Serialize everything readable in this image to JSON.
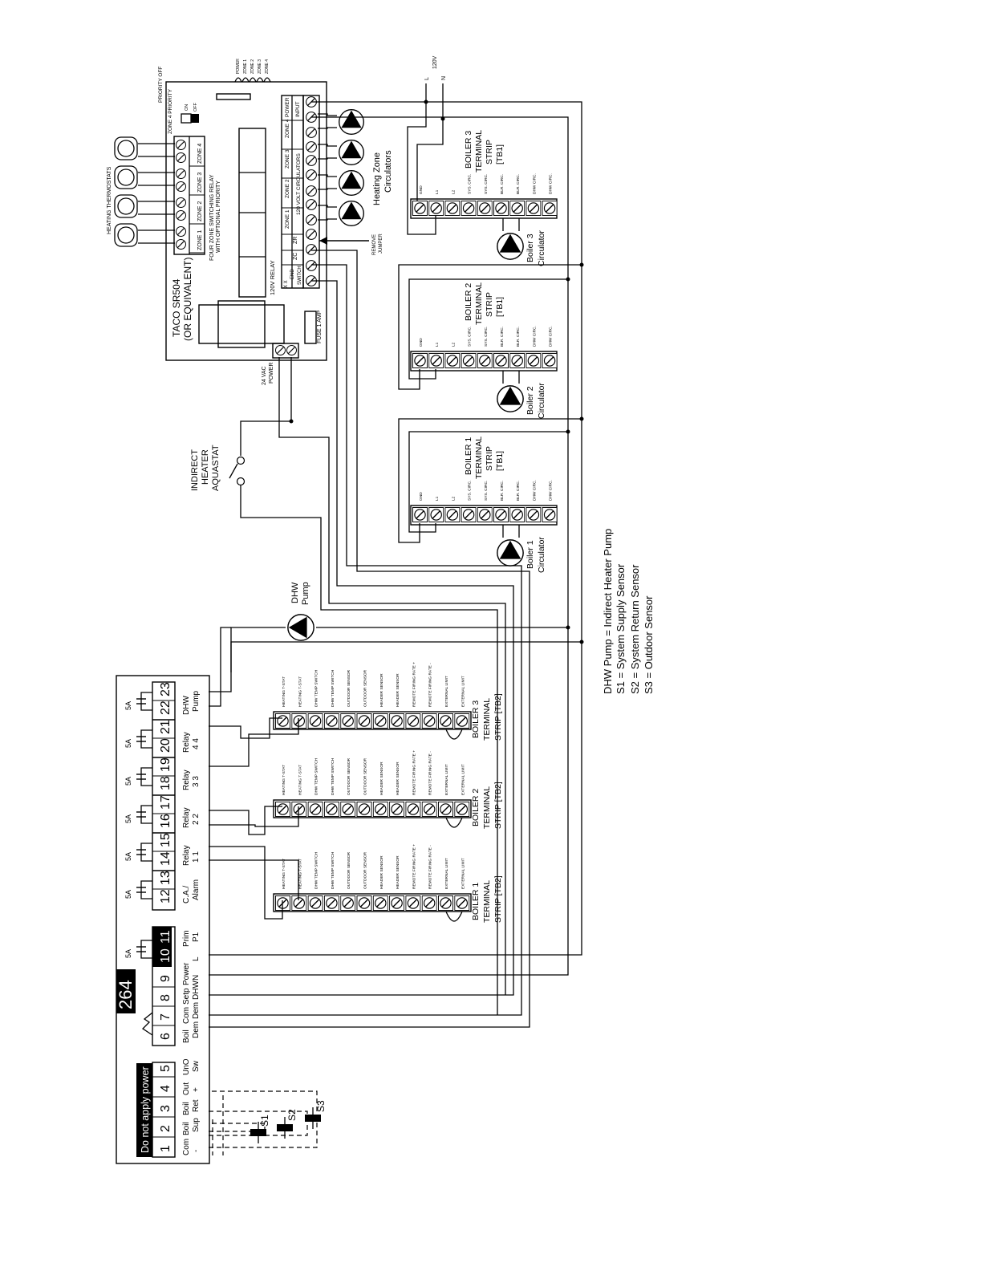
{
  "legend": {
    "dhw_pump": "DHW Pump = Indirect Heater Pump",
    "s1": "S1 = System Supply Sensor",
    "s2": "S2 = System Return Sensor",
    "s3": "S3 = Outdoor Sensor"
  },
  "control": {
    "model": "264",
    "warning": "Do not apply power",
    "low_terminals": [
      {
        "num": "1",
        "l1": "Com",
        "l2": "-"
      },
      {
        "num": "2",
        "l1": "Boil",
        "l2": "Sup"
      },
      {
        "num": "3",
        "l1": "Boil",
        "l2": "Ret"
      },
      {
        "num": "4",
        "l1": "Out",
        "l2": "+"
      },
      {
        "num": "5",
        "l1": "UnO",
        "l2": "Sw"
      }
    ],
    "mid_terminals": [
      {
        "num": "6",
        "l1": "Boil",
        "l2": "Dem"
      },
      {
        "num": "7",
        "l1": "Com",
        "l2": "Dem"
      },
      {
        "num": "8",
        "l1": "Setp",
        "l2": "DHW"
      },
      {
        "num": "9",
        "l1": "Power",
        "l2": "N"
      },
      {
        "num": "10",
        "l1": "",
        "l2": "L"
      },
      {
        "num": "11",
        "l1": "Prim",
        "l2": "P1"
      }
    ],
    "relay_groups": [
      {
        "a": "12",
        "b": "13",
        "l1": "C.A./",
        "l2": "Alarm"
      },
      {
        "a": "14",
        "b": "15",
        "l1": "Relay",
        "l2": "1    1"
      },
      {
        "a": "16",
        "b": "17",
        "l1": "Relay",
        "l2": "2    2"
      },
      {
        "a": "18",
        "b": "19",
        "l1": "Relay",
        "l2": "3    3"
      },
      {
        "a": "20",
        "b": "21",
        "l1": "Relay",
        "l2": "4    4"
      },
      {
        "a": "22",
        "b": "23",
        "l1": "DHW",
        "l2": "Pump"
      }
    ],
    "fuse": "5A"
  },
  "taco": {
    "title": "TACO SR504",
    "subtitle": "(OR EQUIVALENT)",
    "relay_title": "FOUR ZONE SWITCHING RELAY",
    "relay_subtitle": "WITH OPTIONAL PRIORITY",
    "thermostats_label": "HEATING THERMOSTATS",
    "zones": [
      "ZONE 1",
      "ZONE 2",
      "ZONE 3",
      "ZONE 4"
    ],
    "priority_label": "ZONE 4 PRIORITY",
    "priority_on": "ON",
    "priority_off": "OFF",
    "priority_off_top": "PRIORITY OFF",
    "leds": [
      "POWER",
      "ZONE 1",
      "ZONE 2",
      "ZONE 3",
      "ZONE 4"
    ],
    "relay_120v": "120V RELAY",
    "fuse": "FUSE 1 AMP",
    "power_input_1": "POWER",
    "power_input_2": "INPUT",
    "circulators_120": "120 VOLT CIRCULATORS",
    "zc": "ZC",
    "zr": "ZR",
    "end_switch_1": "X     X",
    "end_switch_2": "END",
    "end_switch_3": "SWITCH",
    "remove_jumper_1": "REMOVE",
    "remove_jumper_2": "JUMPER",
    "vac_1": "24 VAC",
    "vac_2": "POWER",
    "heating_zone_1": "Heating Zone",
    "heating_zone_2": "Circulators"
  },
  "supply": {
    "volts": "120V",
    "l": "L",
    "n": "N"
  },
  "aquastat": [
    "INDIRECT",
    "HEATER",
    "AQUASTAT"
  ],
  "dhw_pump_label": [
    "DHW",
    "Pump"
  ],
  "tb1_labels": [
    "GND",
    "L1",
    "L2",
    "SYS. CIRC.",
    "SYS. CIRC.",
    "BLR. CIRC.",
    "BLR. CIRC.",
    "DHW CIRC.",
    "DHW CIRC."
  ],
  "tb2_labels": [
    "HEATING T-STAT",
    "HEATING T-STAT",
    "DHW TEMP SWITCH",
    "DHW TEMP SWITCH",
    "OUTDOOR SENSOR",
    "OUTDOOR SENSOR",
    "HEADER SENSOR",
    "HEADER SENSOR",
    "REMOTE FIRING RATE +",
    "REMOTE FIRING RATE -",
    "EXTERNAL LIMIT",
    "EXTERNAL LIMIT"
  ],
  "boilers_tb1": [
    {
      "name": "BOILER 3",
      "t1": "TERMINAL",
      "t2": "STRIP",
      "t3": "[TB1]",
      "circ1": "Boiler 3",
      "circ2": "Circulator"
    },
    {
      "name": "BOILER 2",
      "t1": "TERMINAL",
      "t2": "STRIP",
      "t3": "[TB1]",
      "circ1": "Boiler 2",
      "circ2": "Circulator"
    },
    {
      "name": "BOILER 1",
      "t1": "TERMINAL",
      "t2": "STRIP",
      "t3": "[TB1]",
      "circ1": "Boiler 1",
      "circ2": "Circulator"
    }
  ],
  "boilers_tb2": [
    {
      "name": "BOILER 3",
      "t1": "TERMINAL",
      "t2": "STRIP [TB2]"
    },
    {
      "name": "BOILER 2",
      "t1": "TERMINAL",
      "t2": "STRIP [TB2]"
    },
    {
      "name": "BOILER 1",
      "t1": "TERMINAL",
      "t2": "STRIP [TB2]"
    }
  ],
  "sensors": [
    "S1",
    "S2",
    "S3"
  ]
}
